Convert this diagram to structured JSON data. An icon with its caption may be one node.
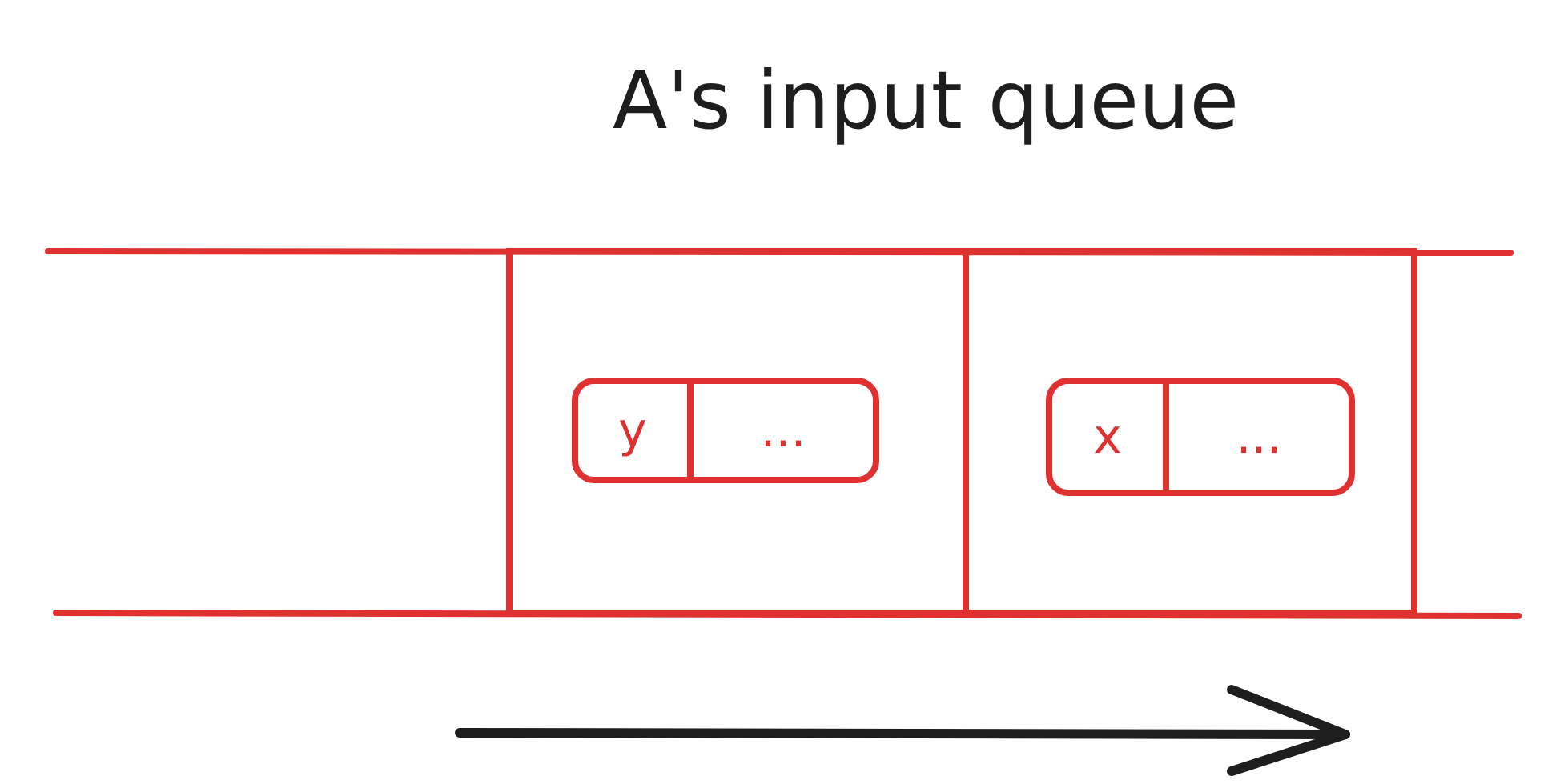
{
  "diagram": {
    "title": "A's input queue",
    "nodes": [
      {
        "text": [],
        "shape": "box"
      },
      {
        "text": [
          "y",
          "..."
        ],
        "in": 0
      },
      {
        "text": [],
        "shape": "box"
      },
      {
        "text": [
          "x",
          "..."
        ],
        "in": 2
      }
    ]
  }
}
